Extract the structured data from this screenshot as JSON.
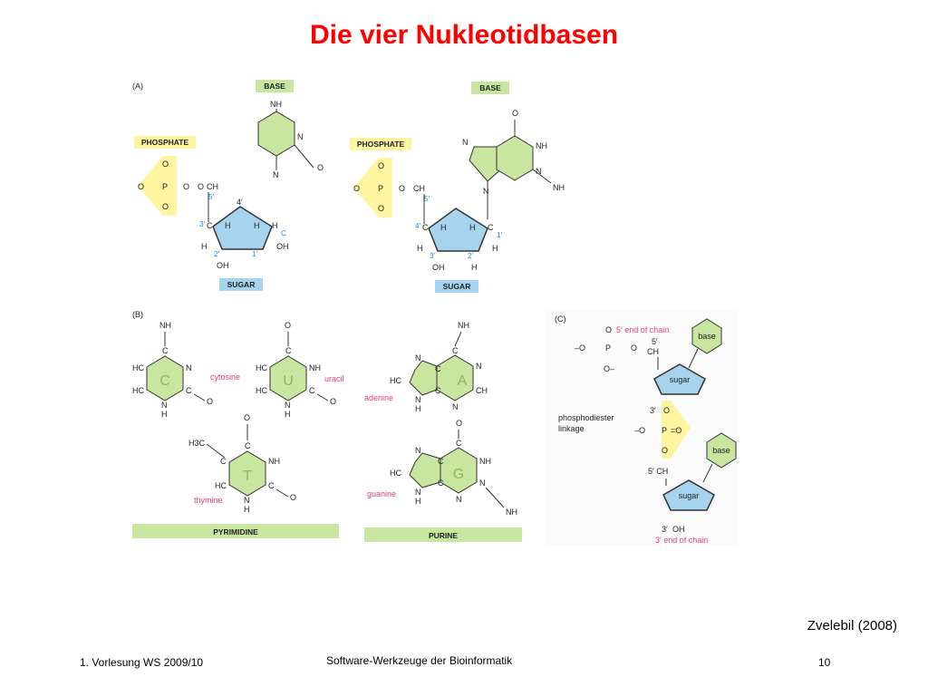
{
  "slide": {
    "title": "Die vier Nukleotidbasen",
    "credit": "Zvelebil (2008)",
    "footer_left": "1. Vorlesung WS 2009/10",
    "footer_center": "Software-Werkzeuge der Bioinformatik",
    "page_number": "10"
  },
  "figure": {
    "panel_labels": [
      "(A)",
      "(B)",
      "(C)"
    ],
    "panel_a": {
      "left": {
        "base": "BASE",
        "phosphate": "PHOSPHATE",
        "sugar": "SUGAR",
        "atoms": [
          "NH",
          "N",
          "O",
          "N",
          "O",
          "O",
          "O",
          "O",
          "P",
          "O",
          "CH",
          "5′",
          "4′",
          "3′",
          "2′",
          "1′",
          "C",
          "C",
          "H",
          "H",
          "H",
          "H",
          "OH",
          "OH"
        ]
      },
      "right": {
        "base": "BASE",
        "phosphate": "PHOSPHATE",
        "sugar": "SUGAR",
        "atoms": [
          "O",
          "NH",
          "N",
          "N",
          "N",
          "NH",
          "O",
          "O",
          "O",
          "P",
          "O",
          "CH",
          "5′",
          "4′",
          "3′",
          "2′",
          "1′",
          "C",
          "C",
          "H",
          "H",
          "H",
          "H",
          "OH",
          "H"
        ]
      }
    },
    "panel_b": {
      "bases": [
        {
          "letter": "C",
          "name": "cytosine"
        },
        {
          "letter": "U",
          "name": "uracil"
        },
        {
          "letter": "A",
          "name": "adenine"
        },
        {
          "letter": "T",
          "name": "thymine"
        },
        {
          "letter": "G",
          "name": "guanine"
        }
      ],
      "groups": [
        "PYRIMIDINE",
        "PURINE"
      ],
      "atoms": {
        "cytosine": [
          "NH",
          "C",
          "HC",
          "N",
          "HC",
          "C",
          "N",
          "H",
          "O"
        ],
        "uracil": [
          "O",
          "C",
          "HC",
          "NH",
          "HC",
          "C",
          "N",
          "H",
          "O"
        ],
        "adenine": [
          "NH",
          "C",
          "N",
          "HC",
          "N",
          "C",
          "C",
          "N",
          "CH",
          "N",
          "H"
        ],
        "thymine": [
          "O",
          "C",
          "H3C",
          "C",
          "NH",
          "HC",
          "C",
          "N",
          "H",
          "O"
        ],
        "guanine": [
          "O",
          "C",
          "N",
          "NH",
          "HC",
          "N",
          "C",
          "C",
          "N",
          "N",
          "H",
          "NH"
        ]
      }
    },
    "panel_c": {
      "five_end": "5′ end of chain",
      "three_end": "3′ end of chain",
      "linkage": [
        "phosphodiester",
        "linkage"
      ],
      "base": "base",
      "sugar": "sugar",
      "atoms": [
        "–O",
        "P",
        "O",
        "O",
        "O–",
        "CH",
        "5′",
        "3′",
        "O",
        "–O",
        "P",
        "=O",
        "O",
        "5′ CH",
        "3′",
        "OH"
      ]
    }
  },
  "colors": {
    "title": "#ff0000",
    "base_fill": "#c8e6a0",
    "sugar_fill": "#a6d4ee",
    "phosphate_fill": "#fff5a0",
    "pink_label": "#e0407a",
    "blue_number": "#1a8fd0"
  }
}
